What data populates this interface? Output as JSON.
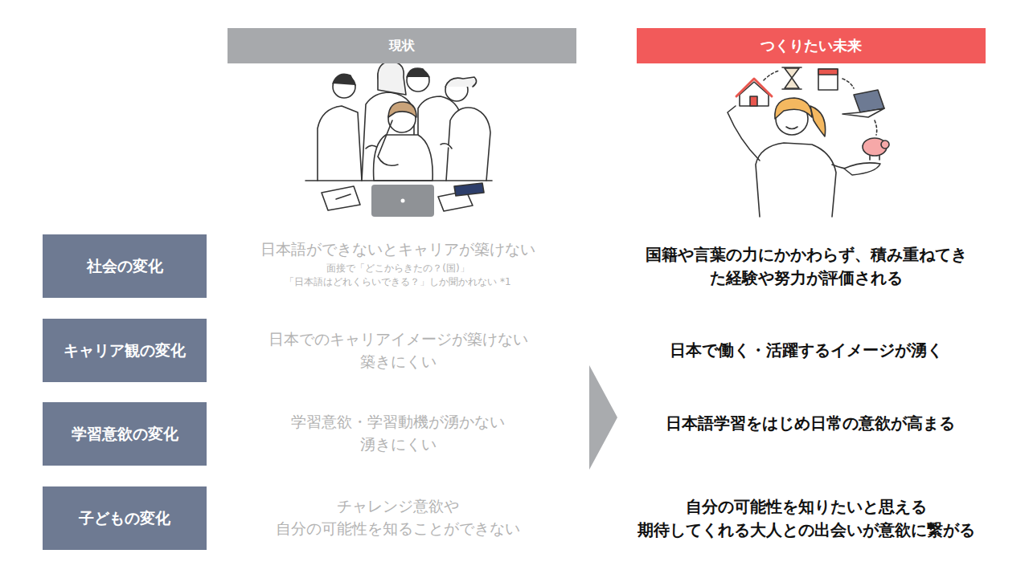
{
  "diagram": {
    "nodes": [
      {
        "text": [
          "現状"
        ]
      },
      {
        "text": [
          "つくりたい未来"
        ]
      },
      {
        "text": [
          "社会の変化"
        ]
      },
      {
        "text": [
          "キャリア観の変化"
        ]
      },
      {
        "text": [
          "学習意欲の変化"
        ]
      },
      {
        "text": [
          "子どもの変化"
        ]
      }
    ],
    "labels": [
      "日本語ができないとキャリアが築けない",
      "面接で「どこからきたの？(国)」",
      "「日本語はどれくらいできる？」しか聞かれない *1",
      "国籍や言葉の力にかかわらず、積み重ねてき",
      "た経験や努力が評価される",
      "日本でのキャリアイメージが築けない",
      "築きにくい",
      "日本で働く・活躍するイメージが湧く",
      "学習意欲・学習動機が湧かない",
      "湧きにくい",
      "日本語学習をはじめ日常の意欲が高まる",
      "チャレンジ意欲や",
      "自分の可能性を知ることができない",
      "自分の可能性を知りたいと思える",
      "期待してくれる大人との出会いが意欲に繋がる"
    ]
  }
}
